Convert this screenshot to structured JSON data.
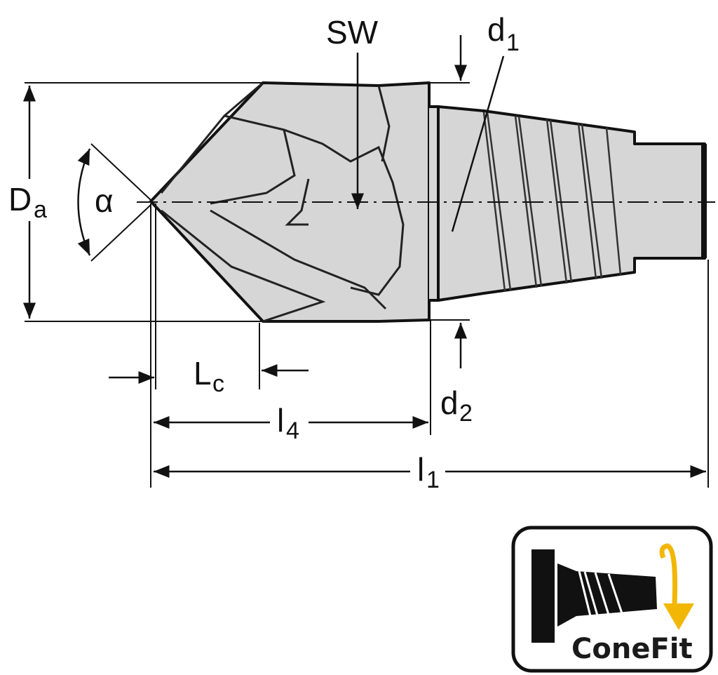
{
  "labels": {
    "sw": "SW",
    "d1": {
      "base": "d",
      "sub": "1"
    },
    "d2": {
      "base": "d",
      "sub": "2"
    },
    "da": {
      "base": "D",
      "sub": "a"
    },
    "alpha": "α",
    "lc": {
      "base": "L",
      "sub": "c"
    },
    "l4": {
      "base": "l",
      "sub": "4"
    },
    "l1": {
      "base": "l",
      "sub": "1"
    }
  },
  "logo": {
    "text": "ConeFit",
    "accent_color": "#f2b705"
  },
  "colors": {
    "body": "#d6d6d6",
    "line": "#111111"
  }
}
